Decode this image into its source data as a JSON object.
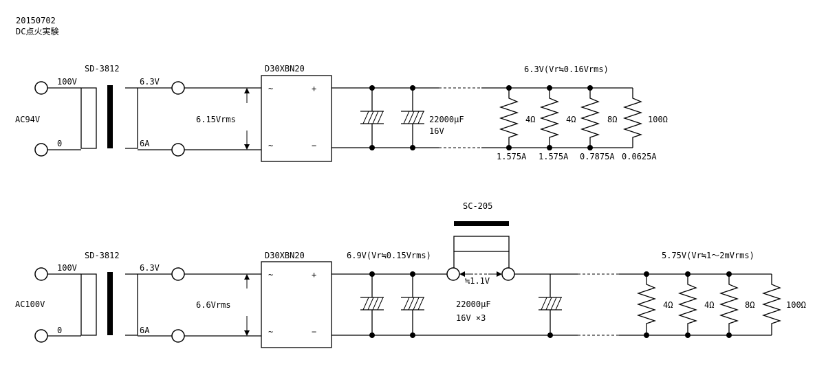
{
  "header": {
    "date": "20150702",
    "title": "DC点火実験"
  },
  "circuit1": {
    "transformer": "SD-3812",
    "primary_high": "100V",
    "primary_low": "0",
    "secondary_high": "6.3V",
    "secondary_low": "6A",
    "input": "AC94V",
    "ac_voltage": "6.15Vrms",
    "rectifier": "D30XBN20",
    "ac1": "~",
    "ac2": "~",
    "plus": "+",
    "minus": "−",
    "cap_value": "22000μF",
    "cap_voltage": "16V",
    "output": "6.3V(Vr≒0.16Vrms)",
    "loads": [
      "4Ω",
      "4Ω",
      "8Ω",
      "100Ω"
    ],
    "currents": [
      "1.575A",
      "1.575A",
      "0.7875A",
      "0.0625A"
    ]
  },
  "circuit2": {
    "transformer": "SD-3812",
    "primary_high": "100V",
    "primary_low": "0",
    "secondary_high": "6.3V",
    "secondary_low": "6A",
    "input": "AC100V",
    "ac_voltage": "6.6Vrms",
    "rectifier": "D30XBN20",
    "ac1": "~",
    "ac2": "~",
    "plus": "+",
    "minus": "−",
    "dc_voltage": "6.9V(Vr≒0.15Vrms)",
    "choke": "SC-205",
    "choke_drop": "≒1.1V",
    "cap_value": "22000μF",
    "cap_voltage": "16V  ×3",
    "output": "5.75V(Vr≒1～2mVrms)",
    "loads": [
      "4Ω",
      "4Ω",
      "8Ω",
      "100Ω"
    ]
  }
}
